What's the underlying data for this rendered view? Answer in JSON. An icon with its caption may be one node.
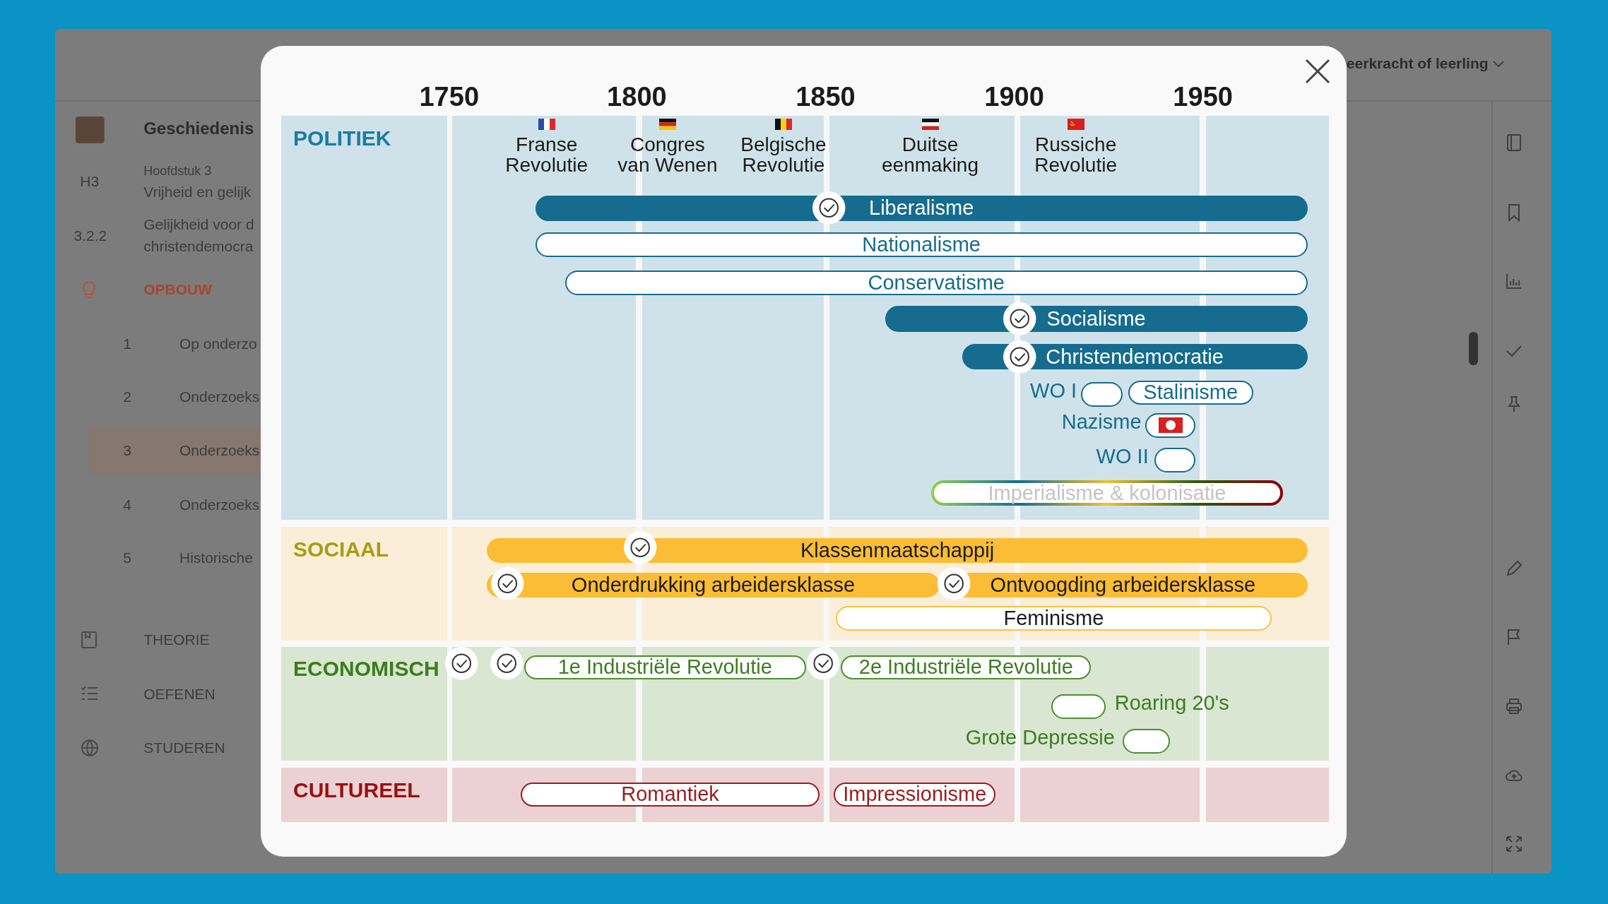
{
  "diagram": {
    "nodes": [
      {
        "text": [
          "POLITIEK"
        ]
      },
      {
        "text": [
          "Liberalisme"
        ],
        "in": 0
      },
      {
        "text": [
          "Nationalisme"
        ],
        "in": 0
      },
      {
        "text": [
          "Conservatisme"
        ],
        "in": 0
      },
      {
        "text": [
          "Socialisme"
        ],
        "in": 0
      },
      {
        "text": [
          "Christendemocratie"
        ],
        "in": 0
      },
      {
        "text": [],
        "shape": "box",
        "beside": [
          "WO I"
        ],
        "in": 0
      },
      {
        "text": [
          "Stalinisme"
        ],
        "in": 0
      },
      {
        "text": [],
        "shape": "box",
        "beside": [
          "Nazisme"
        ],
        "in": 0
      },
      {
        "text": [],
        "shape": "box",
        "beside": [
          "WO II"
        ],
        "in": 0
      },
      {
        "text": [
          "Imperialisme & kolonisatie"
        ],
        "in": 0
      },
      {
        "text": [
          "SOCIAAL"
        ]
      },
      {
        "text": [
          "Klassenmaatschappij"
        ],
        "in": 11
      },
      {
        "text": [
          "Onderdrukking arbeidersklasse"
        ],
        "in": 11
      },
      {
        "text": [
          "Ontvoogding arbeidersklasse"
        ],
        "in": 11
      },
      {
        "text": [
          "Feminisme"
        ],
        "in": 11
      },
      {
        "text": [
          "ECONOMISCH"
        ]
      },
      {
        "text": [
          "1e Industriële Revolutie"
        ],
        "in": 16
      },
      {
        "text": [
          "2e Industriële Revolutie"
        ],
        "in": 16
      },
      {
        "text": [],
        "shape": "box",
        "beside": [
          "Roaring 20's"
        ],
        "in": 16
      },
      {
        "text": [],
        "shape": "box",
        "beside": [
          "Grote Depressie"
        ],
        "in": 16
      },
      {
        "text": [
          "CULTUREEL"
        ]
      },
      {
        "text": [
          "Romantiek"
        ],
        "in": 21
      },
      {
        "text": [
          "Impressionisme"
        ],
        "in": 21
      }
    ],
    "edges": [],
    "labels": [
      "Geschiedenis",
      "eerkracht of leerling",
      "H3",
      "Hoofdstuk 3",
      "Vrijheid en gelijk",
      "3.2.2",
      "Gelijkheid voor d",
      "christendemocra",
      "OPBOUW",
      "1",
      "Op onderzo",
      "2",
      "Onderzoeks",
      "3",
      "Onderzoeks",
      "4",
      "Onderzoeks",
      "5",
      "Historische",
      "THEORIE",
      "OEFENEN",
      "STUDEREN",
      "1750",
      "1800",
      "1850",
      "1900",
      "1950",
      "Franse Revolutie",
      "Congres van Wenen",
      "Belgische Revolutie",
      "Duitse eenmaking",
      "Russiche Revolutie"
    ]
  }
}
